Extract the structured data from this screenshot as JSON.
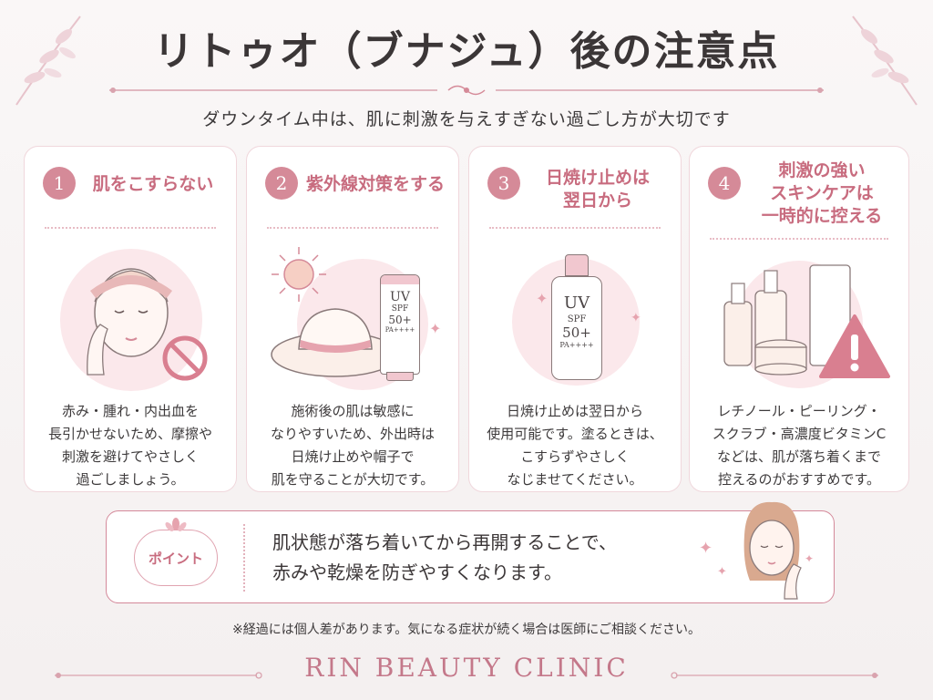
{
  "title": "リトゥオ（ブナジュ）後の注意点",
  "subtitle": "ダウンタイム中は、肌に刺激を与えすぎない過ごし方が大切です",
  "colors": {
    "accent": "#d58a98",
    "heading": "#c86c7f",
    "border": "#f0d7dc",
    "warning": "#d97f90"
  },
  "cards": [
    {
      "num": "1",
      "title": "肌をこすらない",
      "body": [
        "赤み・腫れ・内出血を",
        "長引かせないため、摩擦や",
        "刺激を避けてやさしく",
        "過ごしましょう。"
      ],
      "icons": [
        "face-touch-icon",
        "prohibited-icon"
      ]
    },
    {
      "num": "2",
      "title": "紫外線対策をする",
      "body": [
        "施術後の肌は敏感に",
        "なりやすいため、外出時は",
        "日焼け止めや帽子で",
        "肌を守ることが大切です。"
      ],
      "icons": [
        "sun-icon",
        "hat-icon",
        "sunscreen-tube-icon"
      ],
      "tube": {
        "uv": "UV",
        "spf": "SPF",
        "value": "50+",
        "pa": "PA++++"
      }
    },
    {
      "num": "3",
      "title": "日焼け止めは翌日から",
      "title_lines": [
        "日焼け止めは",
        "翌日から"
      ],
      "body": [
        "日焼け止めは翌日から",
        "使用可能です。塗るときは、",
        "こすらずやさしく",
        "なじませてください。"
      ],
      "icons": [
        "sunscreen-bottle-icon",
        "sparkle-icon"
      ],
      "bottle": {
        "uv": "UV",
        "spf": "SPF",
        "value": "50+",
        "pa": "PA++++"
      }
    },
    {
      "num": "4",
      "title": "刺激の強いスキンケアは一時的に控える",
      "title_lines": [
        "刺激の強い",
        "スキンケアは",
        "一時的に控える"
      ],
      "body": [
        "レチノール・ピーリング・",
        "スクラブ・高濃度ビタミンC",
        "などは、肌が落ち着くまで",
        "控えるのがおすすめです。"
      ],
      "icons": [
        "serum-bottles-icon",
        "warning-icon"
      ]
    }
  ],
  "point": {
    "badge": "ポイント",
    "lines": [
      "肌状態が落ち着いてから再開することで、",
      "赤みや乾燥を防ぎやすくなります。"
    ]
  },
  "note": "※経過には個人差があります。気になる症状が続く場合は医師にご相談ください。",
  "brand": "RIN BEAUTY CLINIC"
}
